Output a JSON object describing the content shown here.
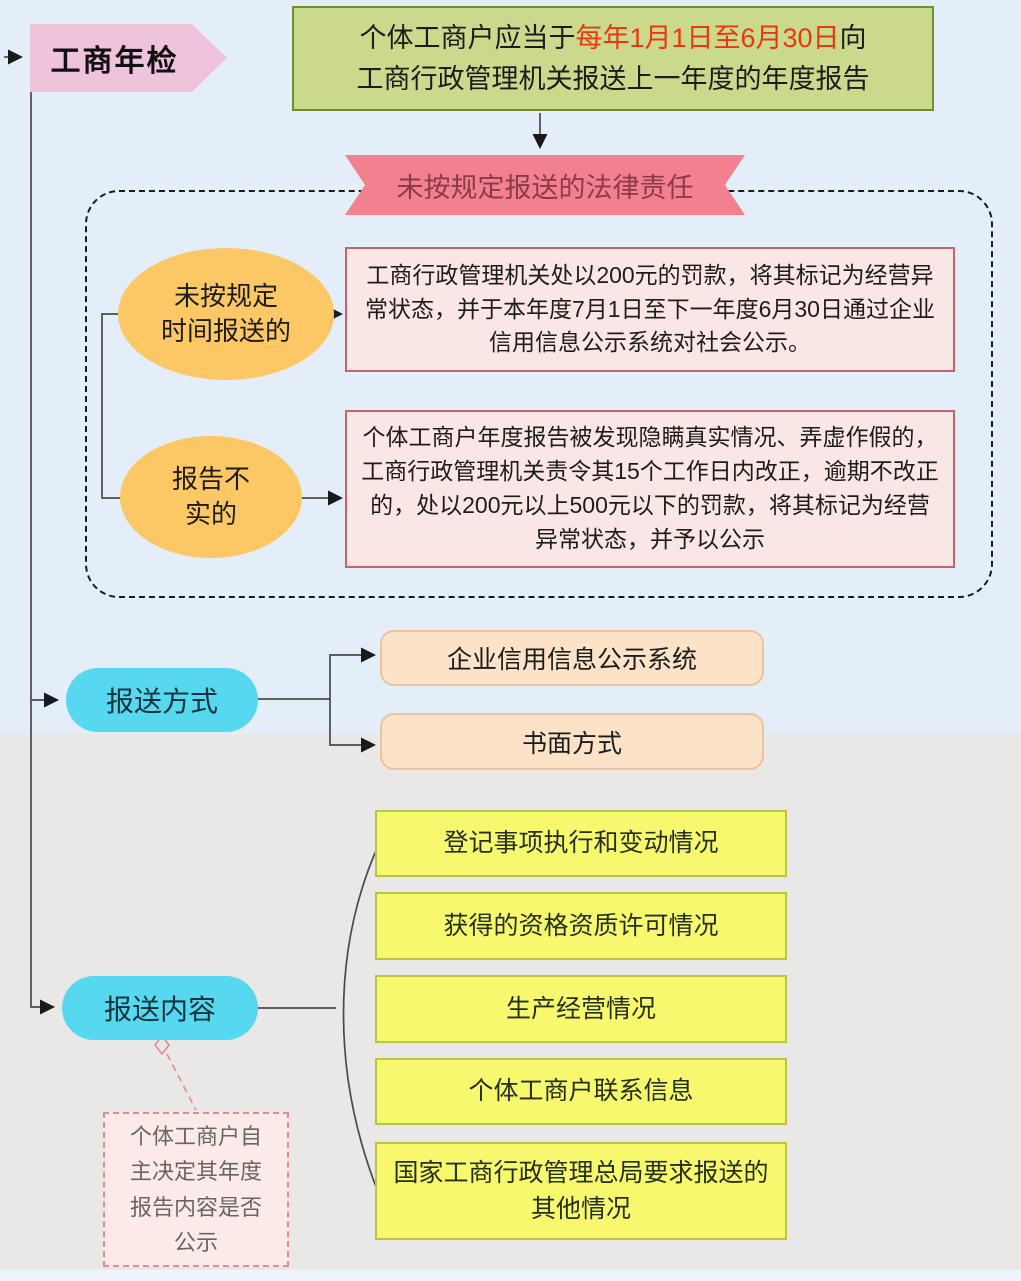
{
  "root_node": {
    "label": "工商年检"
  },
  "intro_box": {
    "line1_pre": "个体工商户应当于",
    "line1_highlight": "每年1月1日至6月30日",
    "line1_post": "向",
    "line2": "工商行政管理机关报送上一年度的年度报告",
    "highlight_color": "#e8390e"
  },
  "legal_banner": {
    "label": "未按规定报送的法律责任"
  },
  "penalties": [
    {
      "condition": "未按规定\n时间报送的",
      "consequence": "工商行政管理机关处以200元的罚款，将其标记为经营异常状态，并于本年度7月1日至下一年度6月30日通过企业信用信息公示系统对社会公示。"
    },
    {
      "condition": "报告不\n实的",
      "consequence": "个体工商户年度报告被发现隐瞒真实情况、弄虚作假的，工商行政管理机关责令其15个工作日内改正，逾期不改正的，处以200元以上500元以下的罚款，将其标记为经营异常状态，并予以公示"
    }
  ],
  "report_method": {
    "label": "报送方式",
    "options": [
      {
        "label": "企业信用信息公示系统"
      },
      {
        "label": "书面方式"
      }
    ]
  },
  "report_content": {
    "label": "报送内容",
    "items": [
      {
        "label": "登记事项执行和变动情况"
      },
      {
        "label": "获得的资格资质许可情况"
      },
      {
        "label": "生产经营情况"
      },
      {
        "label": "个体工商户联系信息"
      },
      {
        "label": "国家工商行政管理总局要求报送的其他情况"
      }
    ],
    "note": "个体工商户自\n主决定其年度\n报告内容是否\n公示"
  },
  "colors": {
    "background_top": "#e4eef9",
    "background_bottom": "#e9e8e6",
    "root_pink": "#efc3dc",
    "intro_green_fill": "#cbd98d",
    "intro_green_border": "#6f9030",
    "banner_pink": "#f2808f",
    "banner_text": "#8c3a49",
    "oval_orange": "#fcc765",
    "penalty_fill": "#fae6e4",
    "penalty_border": "#c4656e",
    "cyan_node": "#56d8f0",
    "method_fill": "#fce3c8",
    "method_border": "#f0c29b",
    "content_fill": "#f8f86e",
    "content_border": "#b9c643",
    "note_fill": "#fceae8",
    "note_border": "#dd8f8f",
    "wire": "#4a4a4a"
  }
}
